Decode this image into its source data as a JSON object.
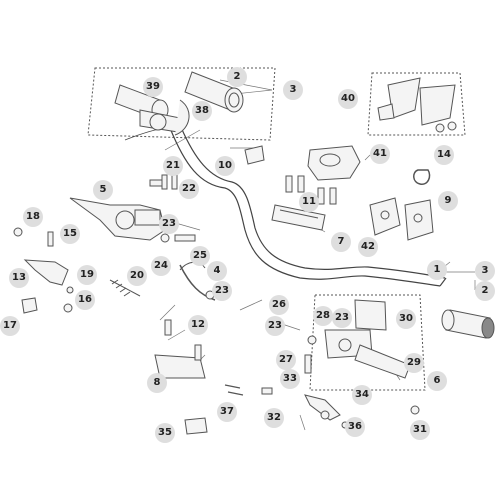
{
  "diagram": {
    "callouts": [
      "1",
      "2",
      "3",
      "4",
      "5",
      "6",
      "7",
      "8",
      "9",
      "10",
      "11",
      "12",
      "13",
      "14",
      "15",
      "16",
      "17",
      "18",
      "19",
      "20",
      "21",
      "22",
      "23",
      "24",
      "25",
      "26",
      "27",
      "28",
      "29",
      "30",
      "31",
      "32",
      "33",
      "34",
      "35",
      "36",
      "37",
      "38",
      "39",
      "40",
      "41",
      "42"
    ]
  },
  "colors": {
    "line": "#555555",
    "part_fill": "#f4f4f4",
    "part_dark": "#888888",
    "callout_bg": "#dedede",
    "callout_text": "#222222"
  }
}
